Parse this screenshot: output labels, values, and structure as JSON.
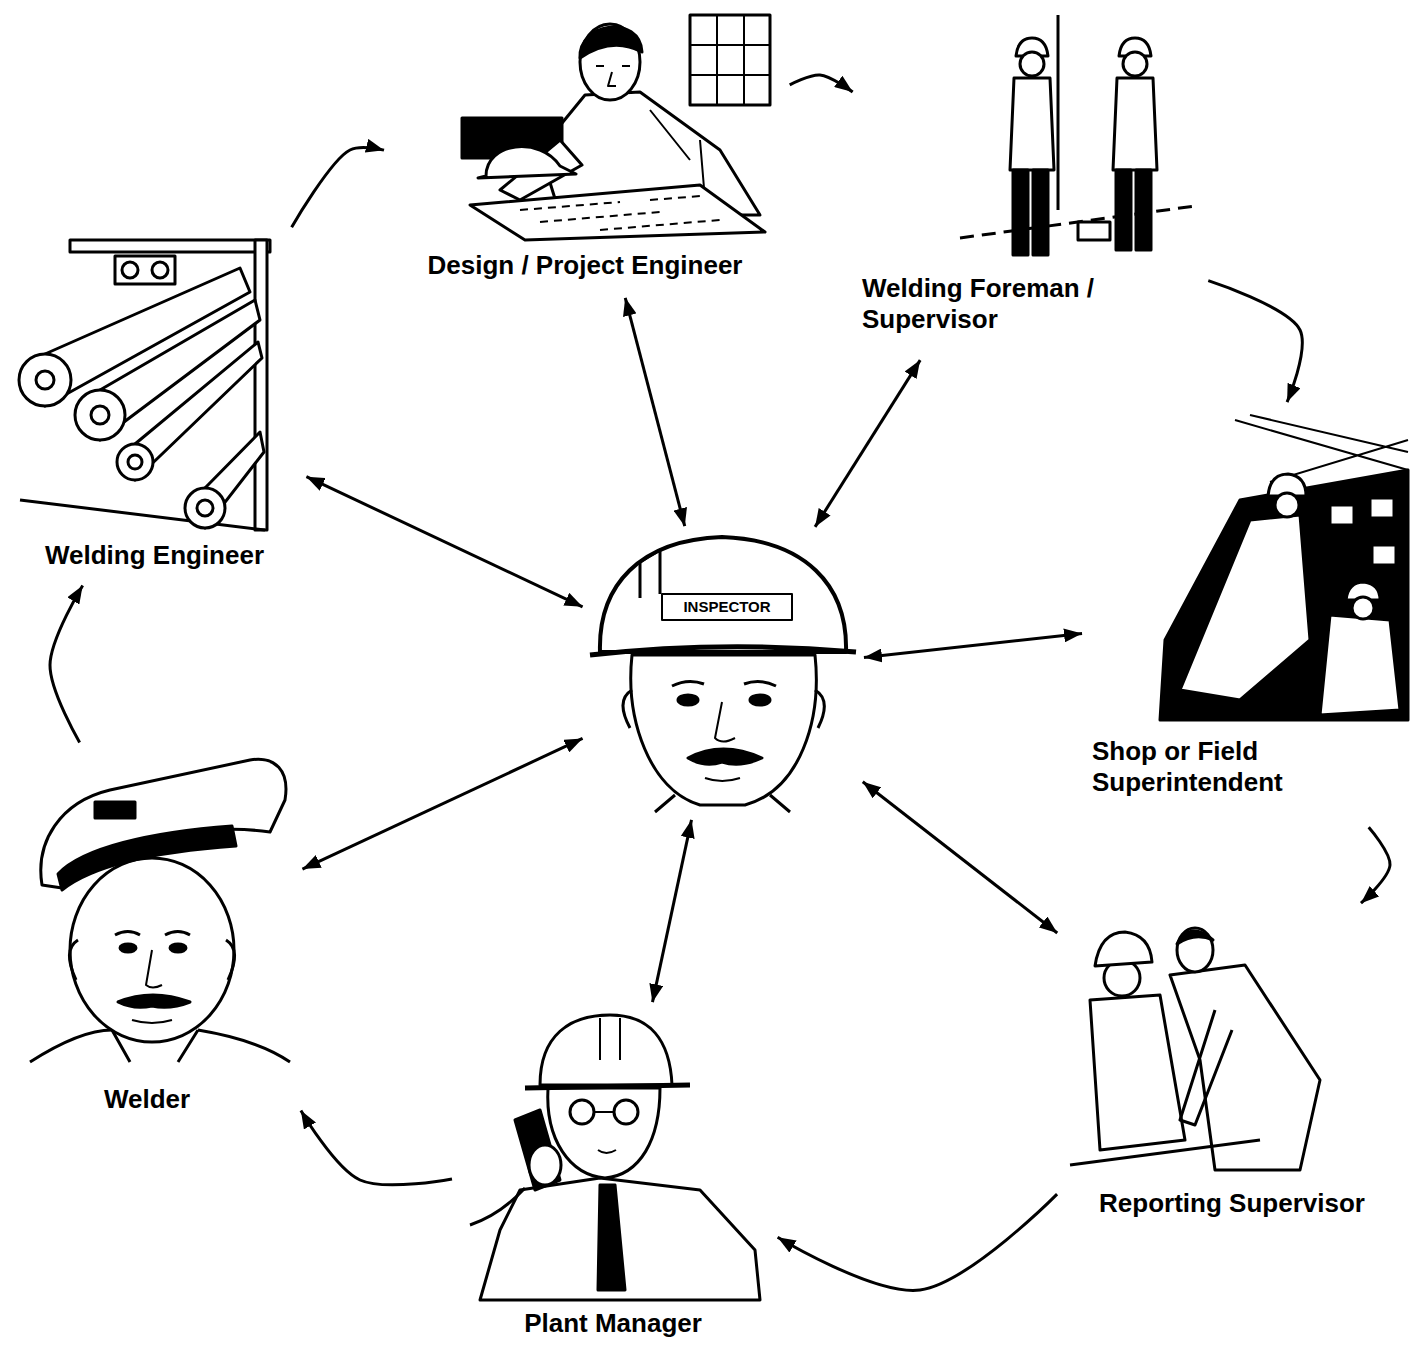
{
  "diagram": {
    "nodes": [
      {
        "text": [
          "Design / Project Engineer"
        ]
      },
      {
        "text": [
          "Welding Foreman / Supervisor"
        ]
      },
      {
        "text": [
          "Welding Engineer"
        ]
      },
      {
        "text": [
          "INSPECTOR"
        ]
      },
      {
        "text": [
          "Shop or Field Superintendent"
        ]
      },
      {
        "text": [
          "Welder"
        ]
      },
      {
        "text": [
          "Reporting Supervisor"
        ]
      },
      {
        "text": [
          "Plant Manager"
        ]
      }
    ],
    "edges": [
      {
        "from": 0,
        "to": 1,
        "arrow": "to"
      },
      {
        "from": 1,
        "to": 4,
        "arrow": "to"
      },
      {
        "from": 4,
        "to": 6,
        "arrow": "to"
      },
      {
        "from": 6,
        "to": 7,
        "arrow": "to"
      },
      {
        "from": 7,
        "to": 5,
        "arrow": "to"
      },
      {
        "from": 5,
        "to": 2,
        "arrow": "to"
      },
      {
        "from": 2,
        "to": 0,
        "arrow": "to"
      },
      {
        "from": 3,
        "to": 0,
        "arrow": "both"
      },
      {
        "from": 3,
        "to": 1,
        "arrow": "both"
      },
      {
        "from": 3,
        "to": 4,
        "arrow": "both"
      },
      {
        "from": 3,
        "to": 6,
        "arrow": "both"
      },
      {
        "from": 3,
        "to": 7,
        "arrow": "both"
      },
      {
        "from": 3,
        "to": 5,
        "arrow": "both"
      },
      {
        "from": 3,
        "to": 2,
        "arrow": "both"
      }
    ]
  }
}
